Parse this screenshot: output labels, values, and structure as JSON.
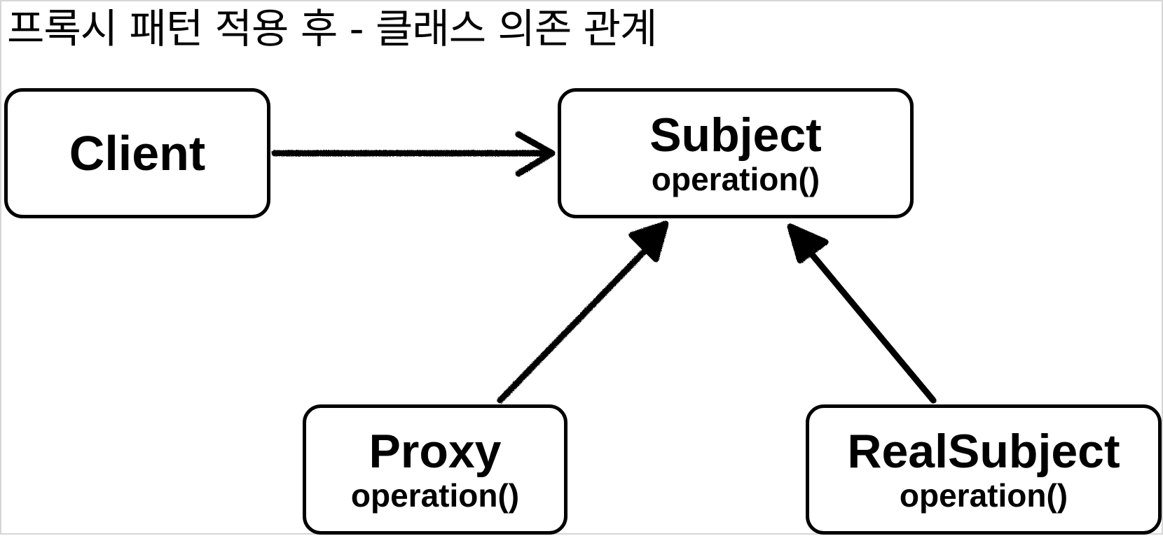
{
  "title": "프록시 패턴 적용 후 - 클래스 의존 관계",
  "nodes": {
    "client": {
      "name": "Client"
    },
    "subject": {
      "name": "Subject",
      "operation": "operation()"
    },
    "proxy": {
      "name": "Proxy",
      "operation": "operation()"
    },
    "real_subject": {
      "name": "RealSubject",
      "operation": "operation()"
    }
  },
  "edges": [
    {
      "from": "Client",
      "to": "Subject"
    },
    {
      "from": "Proxy",
      "to": "Subject"
    },
    {
      "from": "RealSubject",
      "to": "Subject"
    }
  ]
}
